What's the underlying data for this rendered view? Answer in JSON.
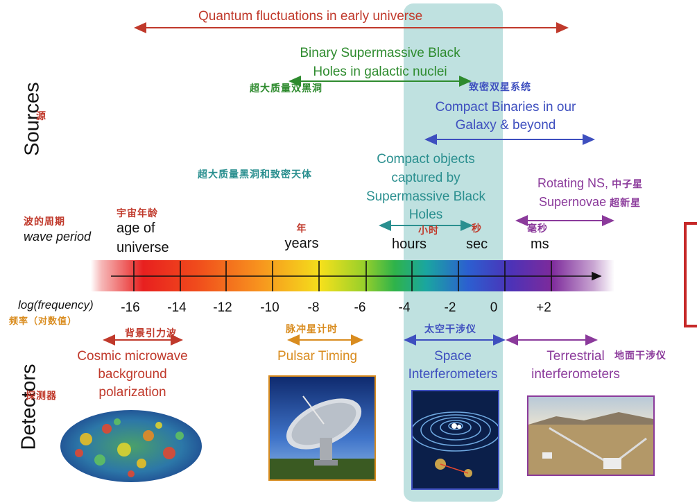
{
  "side_labels": {
    "sources": "Sources",
    "sources_cn": "源",
    "detectors": "Detectors",
    "detectors_cn": "探测器"
  },
  "sources": {
    "quantum": "Quantum fluctuations in early universe",
    "binary_smbh_line1": "Binary Supermassive Black",
    "binary_smbh_line2": "Holes in galactic nuclei",
    "binary_smbh_cn": "超大质量双黑洞",
    "compact_binaries_cn": "致密双星系统",
    "compact_binaries_line1": "Compact Binaries in our",
    "compact_binaries_line2": "Galaxy & beyond",
    "emri_cn": "超大质量黑洞和致密天体",
    "emri_line1": "Compact objects",
    "emri_line2": "captured by",
    "emri_line3": "Supermassive Black",
    "emri_line4": "Holes",
    "rotating_ns": "Rotating NS,",
    "rotating_ns_cn": "中子星",
    "supernovae": "Supernovae",
    "supernovae_cn": "超新星"
  },
  "axis": {
    "wave_period_cn": "波的周期",
    "wave_period": "wave period",
    "age_cn": "宇宙年龄",
    "age_line1": "age of",
    "age_line2": "universe",
    "years_cn": "年",
    "years": "years",
    "hours_cn": "小时",
    "hours": "hours",
    "sec_cn": "秒",
    "sec": "sec",
    "ms_cn": "毫秒",
    "ms": "ms",
    "freq_label": "log(frequency)",
    "freq_cn": "频率（对数值）",
    "ticks": [
      "-16",
      "-14",
      "-12",
      "-10",
      "-8",
      "-6",
      "-4",
      "-2",
      "0",
      "+2"
    ]
  },
  "detectors": {
    "cmb_cn": "背景引力波",
    "cmb_line1": "Cosmic microwave",
    "cmb_line2": "background",
    "cmb_line3": "polarization",
    "pulsar_cn": "脉冲星计时",
    "pulsar": "Pulsar Timing",
    "space_cn": "太空干涉仪",
    "space_line1": "Space",
    "space_line2": "Interferometers",
    "terrestrial_line1": "Terrestrial",
    "terrestrial_line2": "interferometers",
    "terrestrial_cn": "地面干涉仪"
  },
  "colors": {
    "red": "#c0392b",
    "green": "#2e8b2e",
    "teal": "#2a8f8f",
    "blue": "#3e4fbf",
    "purple": "#8b3a9b",
    "orange": "#d98c1f",
    "band": "#a9d7d6",
    "frame": "#c62828"
  }
}
